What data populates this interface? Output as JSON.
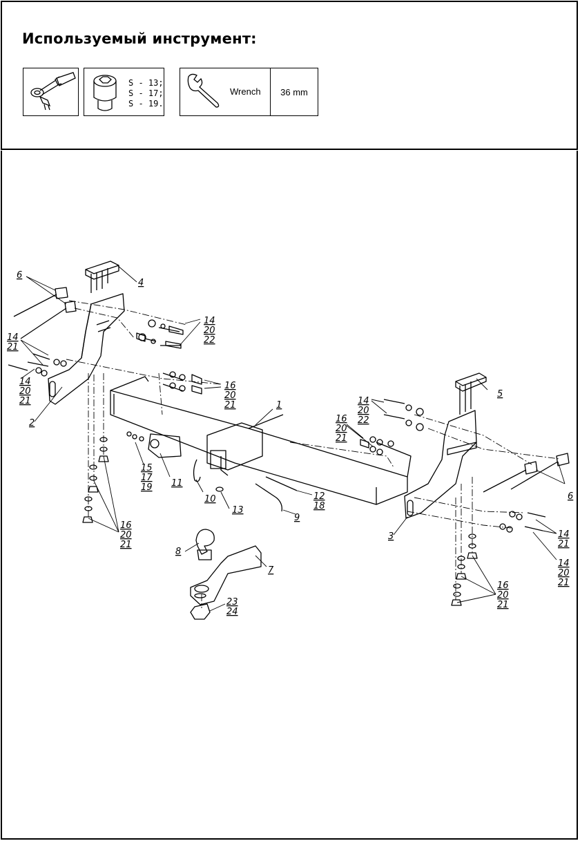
{
  "header": {
    "title": "Используемый инструмент:"
  },
  "tools": {
    "socket_sizes": "S - 13;\nS - 17;\nS - 19.",
    "wrench_label": "Wrench",
    "wrench_size": "36 mm"
  },
  "callouts": [
    {
      "id": "c6l",
      "lines": [
        "6"
      ]
    },
    {
      "id": "c4",
      "lines": [
        "4"
      ]
    },
    {
      "id": "c14a",
      "lines": [
        "14",
        "20",
        "22"
      ]
    },
    {
      "id": "c14b",
      "lines": [
        "14",
        "21"
      ]
    },
    {
      "id": "c14c",
      "lines": [
        "14",
        "20",
        "21"
      ]
    },
    {
      "id": "c2",
      "lines": [
        "2"
      ]
    },
    {
      "id": "c16a",
      "lines": [
        "16",
        "20",
        "21"
      ]
    },
    {
      "id": "c1",
      "lines": [
        "1"
      ]
    },
    {
      "id": "c5",
      "lines": [
        "5"
      ]
    },
    {
      "id": "c14d",
      "lines": [
        "14",
        "20",
        "22"
      ]
    },
    {
      "id": "c16b",
      "lines": [
        "16",
        "20",
        "21"
      ]
    },
    {
      "id": "c6r",
      "lines": [
        "6"
      ]
    },
    {
      "id": "c15",
      "lines": [
        "15",
        "17",
        "19"
      ]
    },
    {
      "id": "c11",
      "lines": [
        "11"
      ]
    },
    {
      "id": "c10",
      "lines": [
        "10"
      ]
    },
    {
      "id": "c13",
      "lines": [
        "13"
      ]
    },
    {
      "id": "c12",
      "lines": [
        "12",
        "18"
      ]
    },
    {
      "id": "c9",
      "lines": [
        "9"
      ]
    },
    {
      "id": "c3",
      "lines": [
        "3"
      ]
    },
    {
      "id": "c14e",
      "lines": [
        "14",
        "21"
      ]
    },
    {
      "id": "c14f",
      "lines": [
        "14",
        "20",
        "21"
      ]
    },
    {
      "id": "c16c",
      "lines": [
        "16",
        "20",
        "21"
      ]
    },
    {
      "id": "c16d",
      "lines": [
        "16",
        "20",
        "21"
      ]
    },
    {
      "id": "c8",
      "lines": [
        "8"
      ]
    },
    {
      "id": "c7",
      "lines": [
        "7"
      ]
    },
    {
      "id": "c23",
      "lines": [
        "23",
        "24"
      ]
    }
  ]
}
